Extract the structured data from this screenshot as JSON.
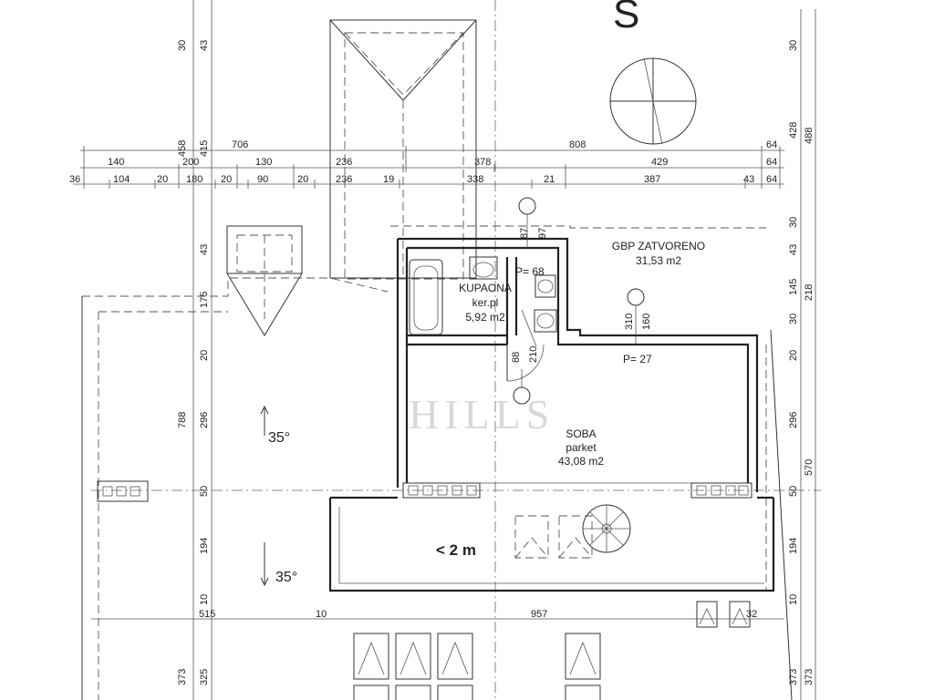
{
  "title": "S",
  "rooms": {
    "kupaona": {
      "name": "KUPAONA",
      "floor": "ker.pl",
      "area": "5,92 m2",
      "p_label": "P= 68"
    },
    "soba": {
      "name": "SOBA",
      "floor": "parket",
      "area": "43,08 m2",
      "p_label": "P= 27"
    },
    "gbp": {
      "name": "GBP ZATVORENO",
      "area": "31,53 m2"
    },
    "low_zone": "< 2 m"
  },
  "roof_angles": {
    "upper": "35°",
    "lower": "35°"
  },
  "watermark": "HILLS",
  "dims_top": {
    "row1": [
      "706",
      "808",
      "64"
    ],
    "row2": [
      "140",
      "200",
      "130",
      "236",
      "378",
      "429",
      "64"
    ],
    "row3": [
      "36",
      "104",
      "20",
      "180",
      "20",
      "90",
      "20",
      "236",
      "19",
      "338",
      "21",
      "387",
      "43",
      "64"
    ]
  },
  "dims_left_outer": [
    "458",
    "788",
    "373"
  ],
  "dims_left_inner": [
    "30",
    "43",
    "415",
    "43",
    "175",
    "20",
    "296",
    "50",
    "194",
    "10",
    "325"
  ],
  "dims_right_outer": [
    "488",
    "218",
    "570",
    "373"
  ],
  "dims_right_inner": [
    "30",
    "428",
    "30",
    "43",
    "145",
    "30",
    "20",
    "296",
    "50",
    "194",
    "10",
    "373"
  ],
  "dims_interior": [
    "87",
    "97",
    "310",
    "160",
    "88",
    "210"
  ],
  "dims_bottom": [
    "515",
    "10",
    "957",
    "32"
  ]
}
